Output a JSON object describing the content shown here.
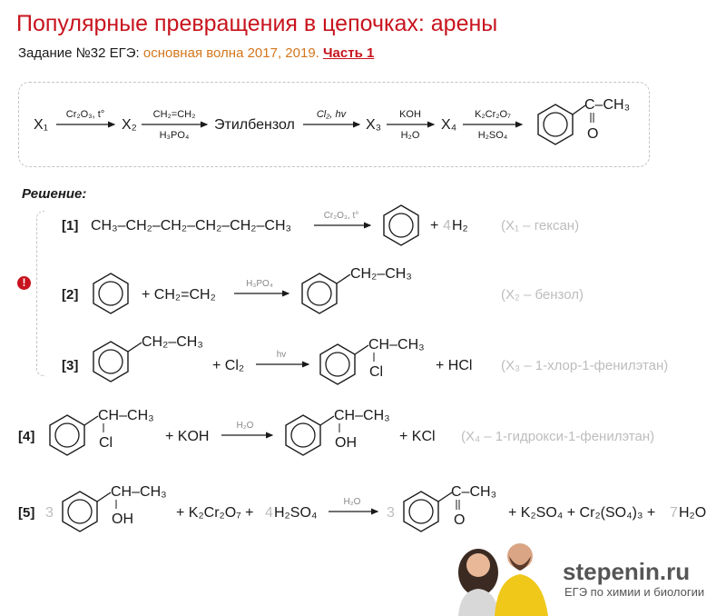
{
  "header": {
    "title": "Популярные превращения в цепочках: арены",
    "task_prefix": "Задание №32 ЕГЭ:",
    "task_wave": "основная волна 2017, 2019.",
    "part_link": "Часть 1"
  },
  "task": {
    "x1": "X₁",
    "cond1_top": "Cr₂O₃, t°",
    "x2": "X₂",
    "cond2_top": "CH₂=CH₂",
    "cond2_bottom": "H₃PO₄",
    "ethylbenzene": "Этилбензол",
    "cond3_top": "Cl₂, hv",
    "x3": "X₃",
    "cond4_top": "KOH",
    "cond4_bottom": "H₂O",
    "x4": "X₄",
    "cond5_top": "K₂Cr₂O₇",
    "cond5_bottom": "H₂SO₄",
    "product_group": "C–CH₃",
    "product_o": "O"
  },
  "solution": {
    "heading": "Решение:",
    "warning_mark": "!",
    "steps": [
      {
        "num": "[1]",
        "reactant": "CH₃–CH₂–CH₂–CH₂–CH₂–CH₃",
        "cond": "Cr₂O₃, t°",
        "plus": "+",
        "coef": "4",
        "extra": "H₂",
        "note": "(X₁ – гексан)"
      },
      {
        "num": "[2]",
        "plus_reagent": "+ CH₂=CH₂",
        "cond": "H₃PO₄",
        "group": "CH₂–CH₃",
        "note": "(X₂ – бензол)"
      },
      {
        "num": "[3]",
        "group": "CH₂–CH₃",
        "plus_reagent": "+ Cl₂",
        "cond": "hv",
        "prod_group": "CH–CH₃",
        "prod_sub": "Cl",
        "extra": "+ HCl",
        "note": "(X₃ – 1-хлор-1-фенилэтан)"
      },
      {
        "num": "[4]",
        "group": "CH–CH₃",
        "sub": "Cl",
        "plus_reagent": "+ KOH",
        "cond": "H₂O",
        "prod_group": "CH–CH₃",
        "prod_sub": "OH",
        "extra": "+ KCl",
        "note": "(X₄ – 1-гидрокси-1-фенилэтан)"
      },
      {
        "num": "[5]",
        "coef1": "3",
        "group": "CH–CH₃",
        "sub": "OH",
        "plus1": "+ K₂Cr₂O₇ +",
        "coef2": "4",
        "acid": "H₂SO₄",
        "cond": "H₂O",
        "coef3": "3",
        "prod_group": "C–CH₃",
        "prod_o": "O",
        "tail": "+ K₂SO₄ + Cr₂(SO₄)₃ +",
        "coef4": "7",
        "water": "H₂O"
      }
    ]
  },
  "brand": {
    "site": "stepenin.ru",
    "tagline": "ЕГЭ по химии и биологии"
  },
  "colors": {
    "title": "#c8141e",
    "accent_orange": "#d4761c",
    "note_gray": "#bdbdbd"
  }
}
